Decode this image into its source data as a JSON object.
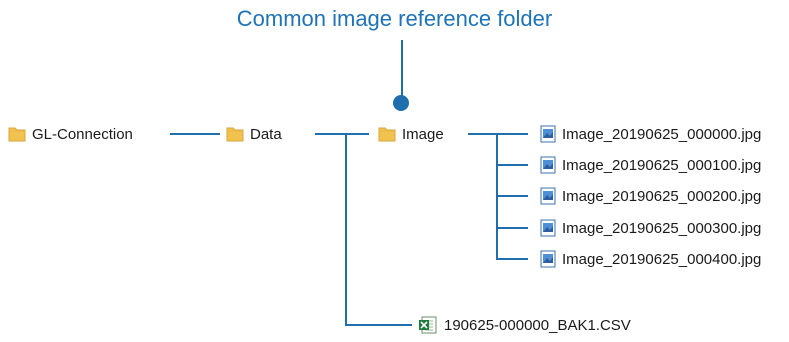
{
  "callout": {
    "text": "Common image reference folder"
  },
  "colors": {
    "line": "#1f6fae",
    "callout": "#1f73b7",
    "folder": "#f2c24f"
  },
  "folders": [
    {
      "label": "GL-Connection",
      "icon": "folder-icon"
    },
    {
      "label": "Data",
      "icon": "folder-icon"
    },
    {
      "label": "Image",
      "icon": "folder-icon"
    }
  ],
  "image_files": [
    {
      "label": "Image_20190625_000000.jpg",
      "icon": "image-file-icon"
    },
    {
      "label": "Image_20190625_000100.jpg",
      "icon": "image-file-icon"
    },
    {
      "label": "Image_20190625_000200.jpg",
      "icon": "image-file-icon"
    },
    {
      "label": "Image_20190625_000300.jpg",
      "icon": "image-file-icon"
    },
    {
      "label": "Image_20190625_000400.jpg",
      "icon": "image-file-icon"
    }
  ],
  "data_file": {
    "label": "190625-000000_BAK1.CSV",
    "icon": "csv-file-icon"
  }
}
